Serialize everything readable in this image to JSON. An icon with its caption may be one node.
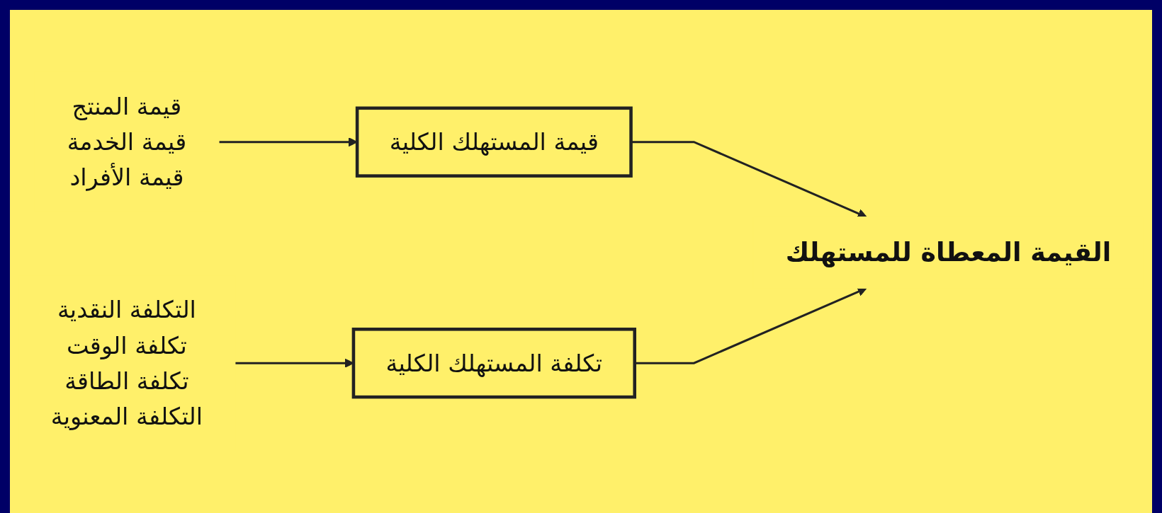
{
  "diagram": {
    "nodes": [
      {
        "text": [
          "قيمة المنتج",
          "قيمة الخدمة",
          "قيمة الأفراد"
        ]
      },
      {
        "text": [
          "قيمة المستهلك الكلية"
        ]
      },
      {
        "text": [
          "التكلفة النقدية",
          "تكلفة الوقت",
          "تكلفة الطاقة",
          "التكلفة المعنوية"
        ]
      },
      {
        "text": [
          "تكلفة المستهلك الكلية"
        ]
      },
      {
        "text": [
          "القيمة المعطاة للمستهلك"
        ]
      }
    ],
    "edges": [
      {
        "from": 0,
        "to": 1,
        "arrow": "to"
      },
      {
        "from": 2,
        "to": 3,
        "arrow": "to"
      },
      {
        "from": 1,
        "to": 4,
        "arrow": "to"
      },
      {
        "from": 3,
        "to": 4,
        "arrow": "to"
      }
    ]
  }
}
